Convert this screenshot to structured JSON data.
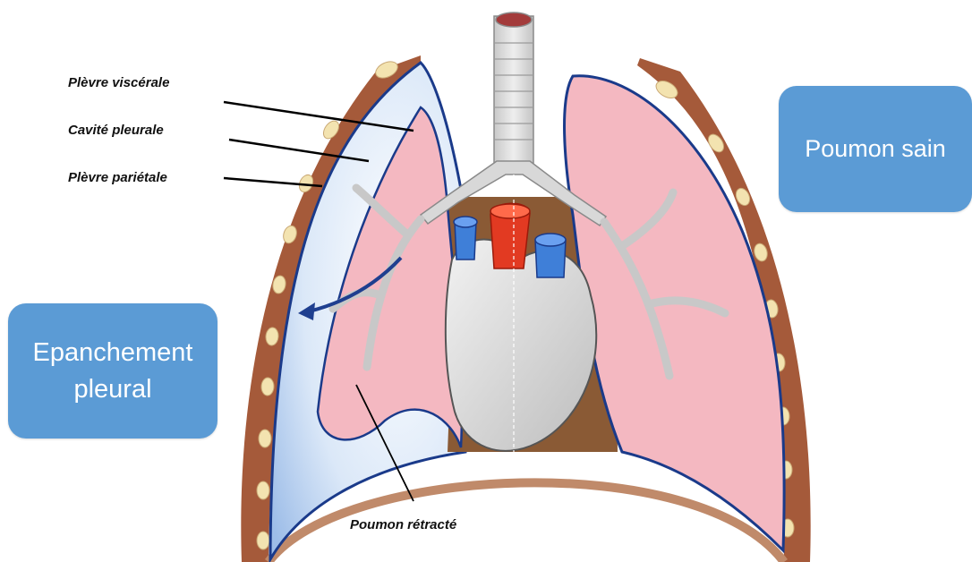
{
  "labels": {
    "visceral": "Plèvre viscérale",
    "cavity": "Cavité pleurale",
    "parietal": "Plèvre pariétale",
    "retracted": "Poumon rétracté"
  },
  "boxes": {
    "healthy": "Poumon sain",
    "effusion_line1": "Epanchement",
    "effusion_line2": "pleural"
  },
  "colors": {
    "box_blue": "#5b9bd5",
    "lung_pink": "#f4b8c1",
    "effusion_blue": "#d6e6f8",
    "rib_wall": "#a55a3a",
    "arrow": "#1f3f8f"
  }
}
